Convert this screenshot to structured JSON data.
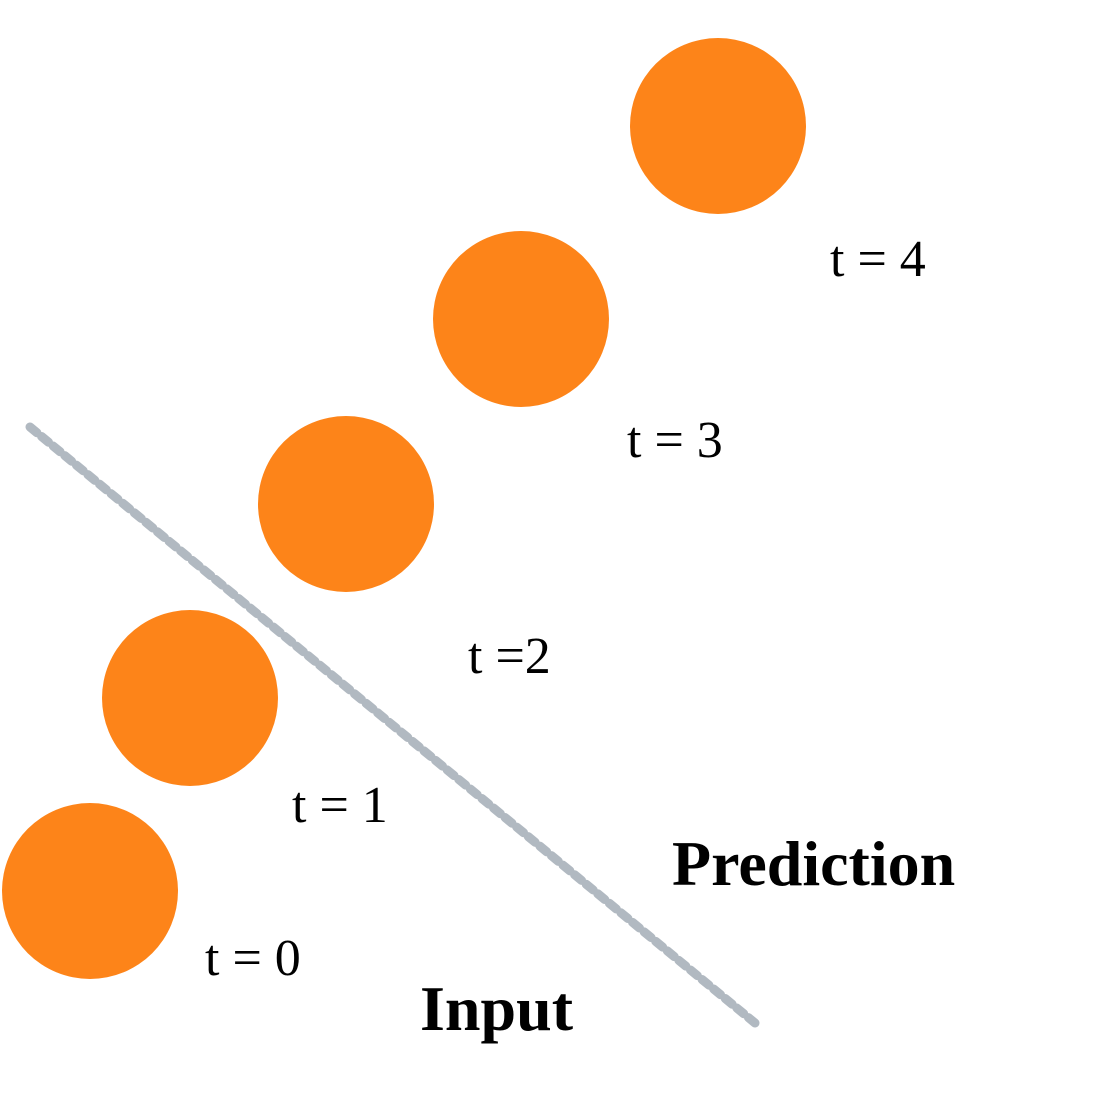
{
  "colors": {
    "ball": "#fd8419",
    "divider": "#b1b9c1"
  },
  "frames": [
    {
      "label": "t = 0"
    },
    {
      "label": "t = 1"
    },
    {
      "label": "t =2"
    },
    {
      "label": "t = 3"
    },
    {
      "label": "t = 4"
    }
  ],
  "regions": {
    "input_label": "Input",
    "prediction_label": "Prediction"
  }
}
